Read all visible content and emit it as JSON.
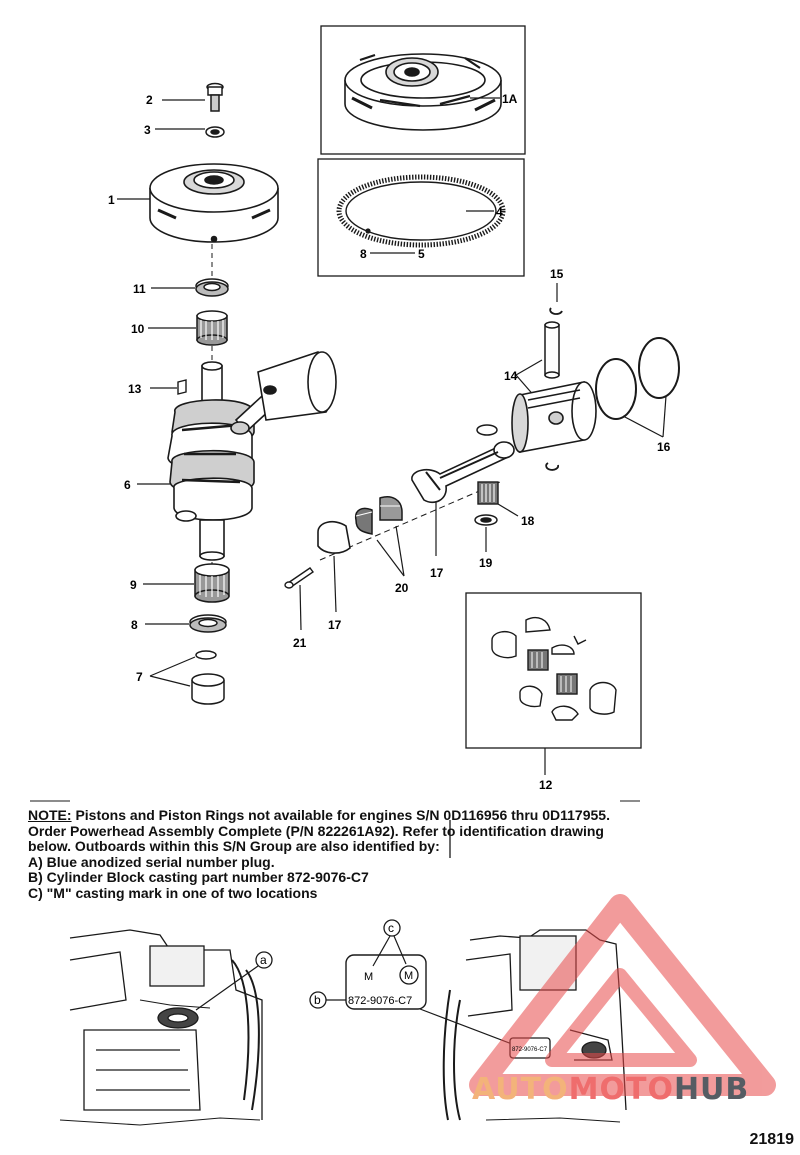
{
  "callouts": {
    "c1": "1",
    "c1A": "1A",
    "c2": "2",
    "c3": "3",
    "c4": "4",
    "c5": "5",
    "c6": "6",
    "c7": "7",
    "c8": "8",
    "c8b": "8",
    "c9": "9",
    "c10": "10",
    "c11": "11",
    "c12": "12",
    "c13": "13",
    "c14": "14",
    "c15": "15",
    "c16": "16",
    "c17a": "17",
    "c17b": "17",
    "c18": "18",
    "c19": "19",
    "c20": "20",
    "c21": "21"
  },
  "note": {
    "label": "NOTE:",
    "line1": " Pistons and Piston Rings not available for engines S/N 0D116956 thru 0D117955.",
    "line2": "Order Powerhead Assembly Complete (P/N 822261A92). Refer to identification drawing",
    "line3": "below.  Outboards within this S/N Group are also identified by:",
    "line4": "A) Blue anodized serial number plug.",
    "line5": "B) Cylinder Block casting part number 872-9076-C7",
    "line6": "C) \"M\" casting mark in one of two locations"
  },
  "identification": {
    "letter_a": "a",
    "letter_b": "b",
    "letter_c": "c",
    "mark_m1": "M",
    "mark_m2": "M",
    "casting_number": "872-9076-C7",
    "casting_number_small": "872-9076-C7"
  },
  "figure_number": "21819",
  "watermark": {
    "part1": "AUTO",
    "part2": "MOTO",
    "part3": "HUB"
  },
  "colors": {
    "line": "#1a1a1a",
    "watermark_red": "#e84a4a",
    "watermark_orange": "#f3a35e",
    "watermark_gray": "#555c63"
  }
}
